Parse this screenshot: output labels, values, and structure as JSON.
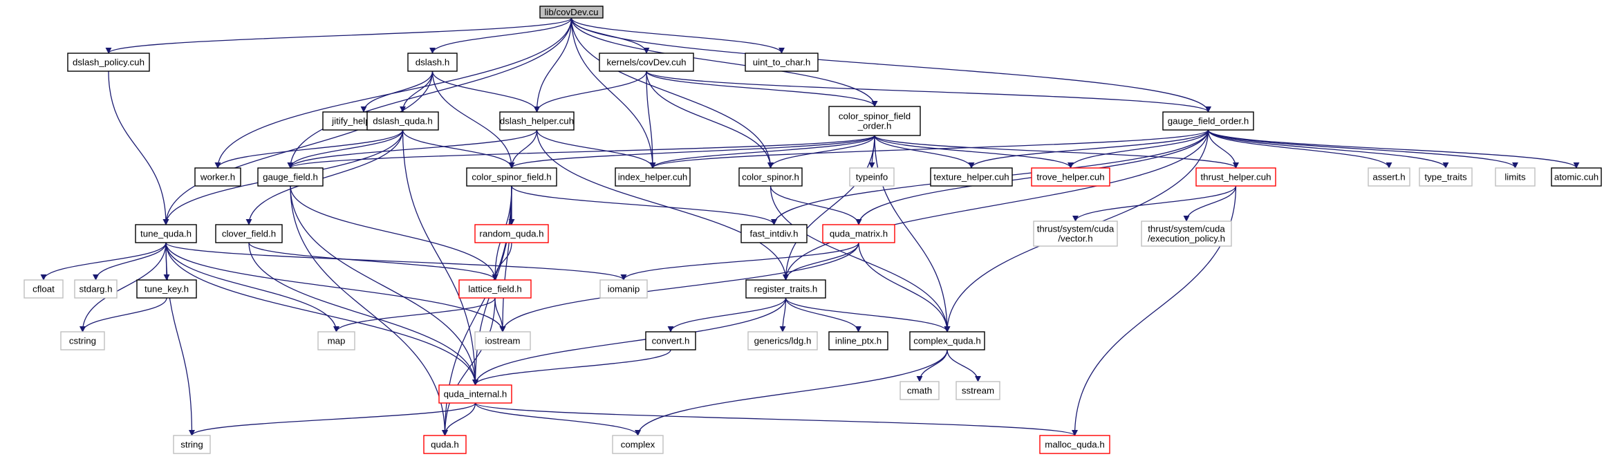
{
  "graph": {
    "root": "lib/covDev.cu",
    "nodes": [
      {
        "id": "root",
        "label": [
          "lib/covDev.cu"
        ],
        "style": "root"
      },
      {
        "id": "dslash_policy",
        "label": [
          "dslash_policy.cuh"
        ],
        "style": "normal"
      },
      {
        "id": "dslash_h",
        "label": [
          "dslash.h"
        ],
        "style": "normal"
      },
      {
        "id": "kernels_covdev",
        "label": [
          "kernels/covDev.cuh"
        ],
        "style": "normal"
      },
      {
        "id": "uint_to_char",
        "label": [
          "uint_to_char.h"
        ],
        "style": "normal"
      },
      {
        "id": "color_spinor_field_order",
        "label": [
          "color_spinor_field",
          "_order.h"
        ],
        "style": "normal"
      },
      {
        "id": "gauge_field_order",
        "label": [
          "gauge_field_order.h"
        ],
        "style": "normal"
      },
      {
        "id": "jitify_helper",
        "label": [
          "jitify_helper.cuh"
        ],
        "style": "normal"
      },
      {
        "id": "dslash_quda",
        "label": [
          "dslash_quda.h"
        ],
        "style": "normal"
      },
      {
        "id": "dslash_helper",
        "label": [
          "dslash_helper.cuh"
        ],
        "style": "normal"
      },
      {
        "id": "worker",
        "label": [
          "worker.h"
        ],
        "style": "normal"
      },
      {
        "id": "gauge_field",
        "label": [
          "gauge_field.h"
        ],
        "style": "normal"
      },
      {
        "id": "color_spinor_field",
        "label": [
          "color_spinor_field.h"
        ],
        "style": "normal"
      },
      {
        "id": "index_helper",
        "label": [
          "index_helper.cuh"
        ],
        "style": "normal"
      },
      {
        "id": "color_spinor",
        "label": [
          "color_spinor.h"
        ],
        "style": "normal"
      },
      {
        "id": "typeinfo",
        "label": [
          "typeinfo"
        ],
        "style": "system"
      },
      {
        "id": "texture_helper",
        "label": [
          "texture_helper.cuh"
        ],
        "style": "normal"
      },
      {
        "id": "trove_helper",
        "label": [
          "trove_helper.cuh"
        ],
        "style": "truncated"
      },
      {
        "id": "thrust_helper",
        "label": [
          "thrust_helper.cuh"
        ],
        "style": "truncated"
      },
      {
        "id": "assert",
        "label": [
          "assert.h"
        ],
        "style": "system"
      },
      {
        "id": "type_traits",
        "label": [
          "type_traits"
        ],
        "style": "system"
      },
      {
        "id": "limits",
        "label": [
          "limits"
        ],
        "style": "system"
      },
      {
        "id": "atomic",
        "label": [
          "atomic.cuh"
        ],
        "style": "normal"
      },
      {
        "id": "tune_quda",
        "label": [
          "tune_quda.h"
        ],
        "style": "normal"
      },
      {
        "id": "clover_field",
        "label": [
          "clover_field.h"
        ],
        "style": "normal"
      },
      {
        "id": "random_quda",
        "label": [
          "random_quda.h"
        ],
        "style": "truncated"
      },
      {
        "id": "fast_intdiv",
        "label": [
          "fast_intdiv.h"
        ],
        "style": "normal"
      },
      {
        "id": "quda_matrix",
        "label": [
          "quda_matrix.h"
        ],
        "style": "truncated"
      },
      {
        "id": "thrust_vector",
        "label": [
          "thrust/system/cuda",
          "/vector.h"
        ],
        "style": "system"
      },
      {
        "id": "thrust_exec",
        "label": [
          "thrust/system/cuda",
          "/execution_policy.h"
        ],
        "style": "system"
      },
      {
        "id": "cfloat",
        "label": [
          "cfloat"
        ],
        "style": "system"
      },
      {
        "id": "stdarg",
        "label": [
          "stdarg.h"
        ],
        "style": "system"
      },
      {
        "id": "tune_key",
        "label": [
          "tune_key.h"
        ],
        "style": "normal"
      },
      {
        "id": "lattice_field",
        "label": [
          "lattice_field.h"
        ],
        "style": "truncated"
      },
      {
        "id": "iomanip",
        "label": [
          "iomanip"
        ],
        "style": "system"
      },
      {
        "id": "register_traits",
        "label": [
          "register_traits.h"
        ],
        "style": "normal"
      },
      {
        "id": "cstring",
        "label": [
          "cstring"
        ],
        "style": "system"
      },
      {
        "id": "map",
        "label": [
          "map"
        ],
        "style": "system"
      },
      {
        "id": "iostream",
        "label": [
          "iostream"
        ],
        "style": "system"
      },
      {
        "id": "convert",
        "label": [
          "convert.h"
        ],
        "style": "normal"
      },
      {
        "id": "generics_ldg",
        "label": [
          "generics/ldg.h"
        ],
        "style": "system"
      },
      {
        "id": "inline_ptx",
        "label": [
          "inline_ptx.h"
        ],
        "style": "normal"
      },
      {
        "id": "complex_quda",
        "label": [
          "complex_quda.h"
        ],
        "style": "normal"
      },
      {
        "id": "cmath",
        "label": [
          "cmath"
        ],
        "style": "system"
      },
      {
        "id": "sstream",
        "label": [
          "sstream"
        ],
        "style": "system"
      },
      {
        "id": "quda_internal",
        "label": [
          "quda_internal.h"
        ],
        "style": "truncated"
      },
      {
        "id": "string",
        "label": [
          "string"
        ],
        "style": "system"
      },
      {
        "id": "quda_h",
        "label": [
          "quda.h"
        ],
        "style": "truncated"
      },
      {
        "id": "complex",
        "label": [
          "complex"
        ],
        "style": "system"
      },
      {
        "id": "malloc_quda",
        "label": [
          "malloc_quda.h"
        ],
        "style": "truncated"
      }
    ],
    "edges": [
      [
        "root",
        "dslash_policy"
      ],
      [
        "root",
        "dslash_h"
      ],
      [
        "root",
        "kernels_covdev"
      ],
      [
        "root",
        "uint_to_char"
      ],
      [
        "root",
        "color_spinor_field_order"
      ],
      [
        "root",
        "gauge_field_order"
      ],
      [
        "root",
        "worker"
      ],
      [
        "root",
        "gauge_field"
      ],
      [
        "root",
        "dslash_helper"
      ],
      [
        "root",
        "index_helper"
      ],
      [
        "root",
        "color_spinor"
      ],
      [
        "dslash_policy",
        "tune_quda"
      ],
      [
        "dslash_h",
        "jitify_helper"
      ],
      [
        "dslash_h",
        "dslash_quda"
      ],
      [
        "dslash_h",
        "dslash_helper"
      ],
      [
        "dslash_h",
        "color_spinor_field"
      ],
      [
        "dslash_h",
        "tune_quda"
      ],
      [
        "kernels_covdev",
        "dslash_helper"
      ],
      [
        "kernels_covdev",
        "color_spinor_field_order"
      ],
      [
        "kernels_covdev",
        "gauge_field_order"
      ],
      [
        "kernels_covdev",
        "index_helper"
      ],
      [
        "kernels_covdev",
        "color_spinor"
      ],
      [
        "dslash_quda",
        "worker"
      ],
      [
        "dslash_quda",
        "gauge_field"
      ],
      [
        "dslash_quda",
        "color_spinor_field"
      ],
      [
        "dslash_quda",
        "tune_quda"
      ],
      [
        "dslash_quda",
        "clover_field"
      ],
      [
        "dslash_quda",
        "quda_internal"
      ],
      [
        "dslash_helper",
        "gauge_field"
      ],
      [
        "dslash_helper",
        "color_spinor_field"
      ],
      [
        "dslash_helper",
        "index_helper"
      ],
      [
        "dslash_helper",
        "register_traits"
      ],
      [
        "color_spinor_field_order",
        "gauge_field"
      ],
      [
        "color_spinor_field_order",
        "color_spinor_field"
      ],
      [
        "color_spinor_field_order",
        "index_helper"
      ],
      [
        "color_spinor_field_order",
        "color_spinor"
      ],
      [
        "color_spinor_field_order",
        "typeinfo"
      ],
      [
        "color_spinor_field_order",
        "texture_helper"
      ],
      [
        "color_spinor_field_order",
        "trove_helper"
      ],
      [
        "color_spinor_field_order",
        "thrust_helper"
      ],
      [
        "color_spinor_field_order",
        "register_traits"
      ],
      [
        "color_spinor_field_order",
        "complex_quda"
      ],
      [
        "gauge_field_order",
        "index_helper"
      ],
      [
        "gauge_field_order",
        "texture_helper"
      ],
      [
        "gauge_field_order",
        "trove_helper"
      ],
      [
        "gauge_field_order",
        "thrust_helper"
      ],
      [
        "gauge_field_order",
        "assert"
      ],
      [
        "gauge_field_order",
        "type_traits"
      ],
      [
        "gauge_field_order",
        "limits"
      ],
      [
        "gauge_field_order",
        "atomic"
      ],
      [
        "gauge_field_order",
        "fast_intdiv"
      ],
      [
        "gauge_field_order",
        "quda_matrix"
      ],
      [
        "gauge_field_order",
        "register_traits"
      ],
      [
        "gauge_field_order",
        "complex_quda"
      ],
      [
        "gauge_field",
        "lattice_field"
      ],
      [
        "gauge_field",
        "quda_internal"
      ],
      [
        "gauge_field",
        "quda_h"
      ],
      [
        "color_spinor_field",
        "random_quda"
      ],
      [
        "color_spinor_field",
        "fast_intdiv"
      ],
      [
        "color_spinor_field",
        "lattice_field"
      ],
      [
        "color_spinor_field",
        "iostream"
      ],
      [
        "color_spinor_field",
        "quda_internal"
      ],
      [
        "color_spinor_field",
        "quda_h"
      ],
      [
        "color_spinor",
        "quda_matrix"
      ],
      [
        "color_spinor",
        "complex_quda"
      ],
      [
        "thrust_helper",
        "thrust_vector"
      ],
      [
        "thrust_helper",
        "thrust_exec"
      ],
      [
        "thrust_helper",
        "malloc_quda"
      ],
      [
        "tune_quda",
        "cfloat"
      ],
      [
        "tune_quda",
        "stdarg"
      ],
      [
        "tune_quda",
        "tune_key"
      ],
      [
        "tune_quda",
        "cstring"
      ],
      [
        "tune_quda",
        "map"
      ],
      [
        "tune_quda",
        "iostream"
      ],
      [
        "tune_quda",
        "iomanip"
      ],
      [
        "tune_quda",
        "string"
      ],
      [
        "tune_quda",
        "quda_internal"
      ],
      [
        "clover_field",
        "lattice_field"
      ],
      [
        "clover_field",
        "quda_internal"
      ],
      [
        "random_quda",
        "lattice_field"
      ],
      [
        "quda_matrix",
        "iomanip"
      ],
      [
        "quda_matrix",
        "iostream"
      ],
      [
        "quda_matrix",
        "register_traits"
      ],
      [
        "quda_matrix",
        "complex_quda"
      ],
      [
        "tune_key",
        "cstring"
      ],
      [
        "lattice_field",
        "map"
      ],
      [
        "lattice_field",
        "iostream"
      ],
      [
        "lattice_field",
        "quda_h"
      ],
      [
        "register_traits",
        "convert"
      ],
      [
        "register_traits",
        "generics_ldg"
      ],
      [
        "register_traits",
        "inline_ptx"
      ],
      [
        "register_traits",
        "complex_quda"
      ],
      [
        "register_traits",
        "quda_internal"
      ],
      [
        "convert",
        "quda_internal"
      ],
      [
        "complex_quda",
        "cmath"
      ],
      [
        "complex_quda",
        "sstream"
      ],
      [
        "complex_quda",
        "complex"
      ],
      [
        "quda_internal",
        "string"
      ],
      [
        "quda_internal",
        "quda_h"
      ],
      [
        "quda_internal",
        "complex"
      ],
      [
        "quda_internal",
        "malloc_quda"
      ]
    ]
  },
  "colors": {
    "edge": "#191970",
    "root_fill": "#bfbfbf",
    "normal_border": "#000000",
    "truncated_border": "#ff0000",
    "system_border": "#bfbfbf"
  }
}
